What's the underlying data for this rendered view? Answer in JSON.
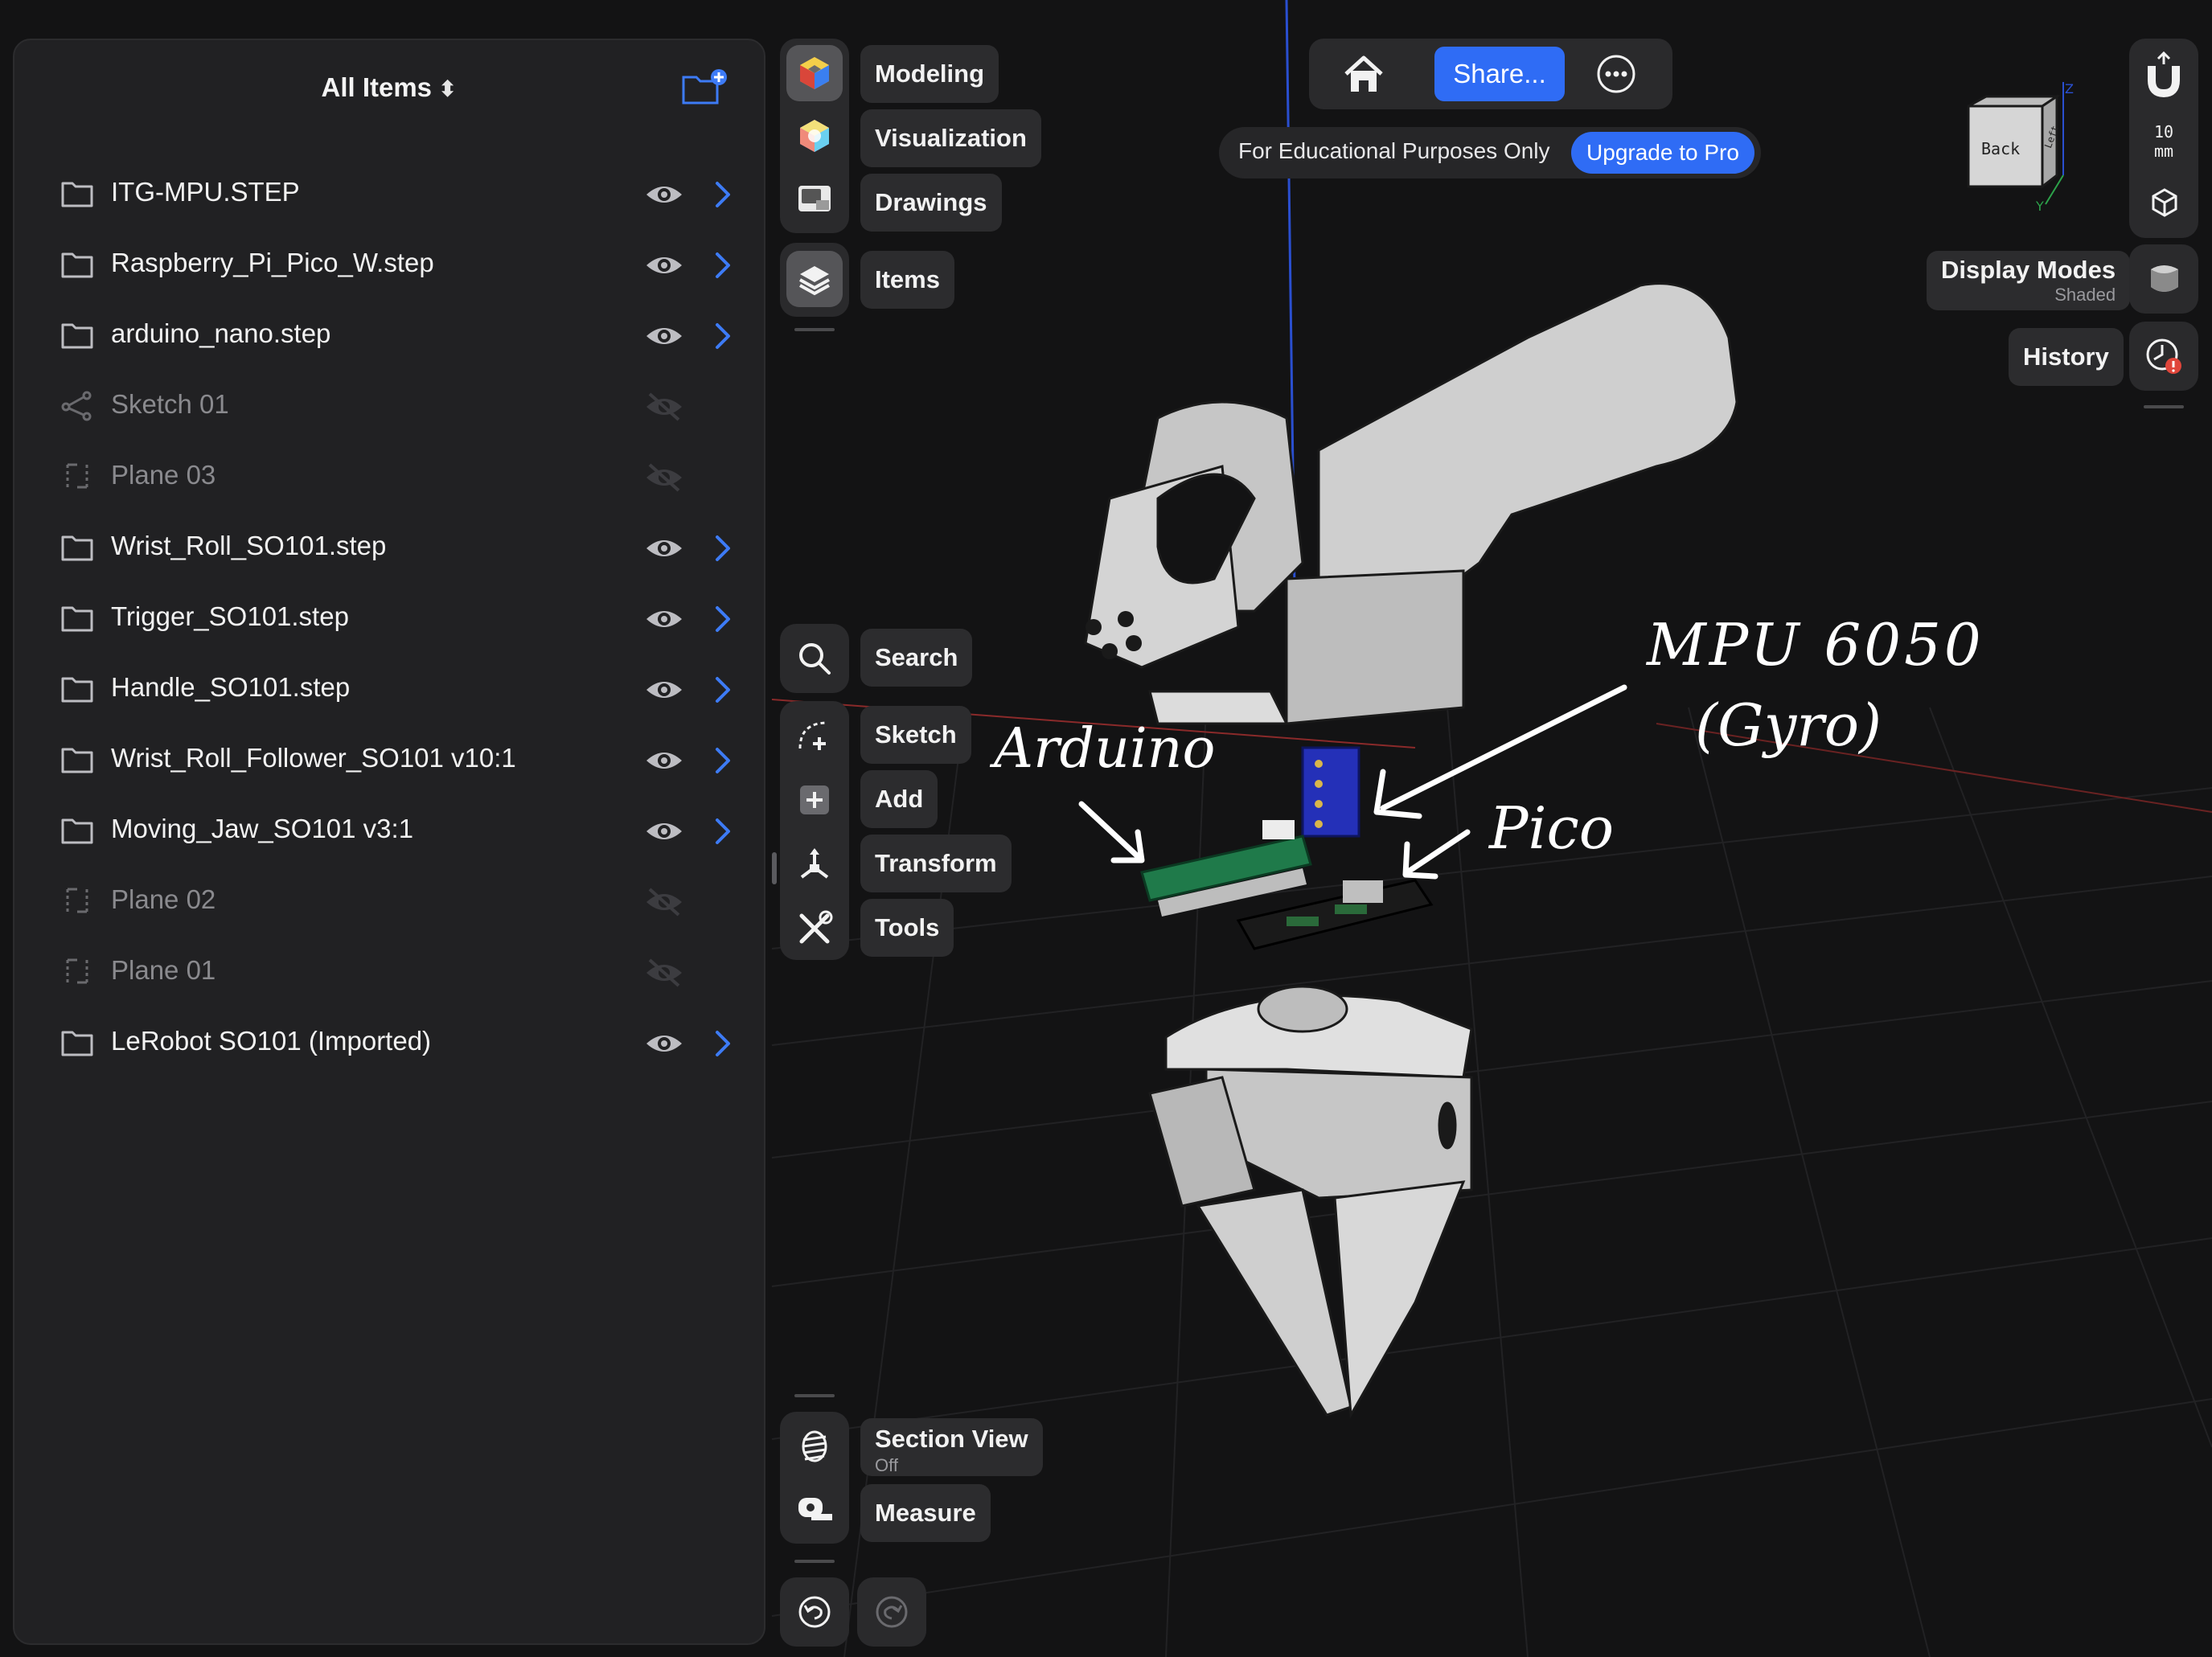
{
  "panel": {
    "title": "All Items",
    "title_chevron": "⌃⌄",
    "items": [
      {
        "label": "ITG-MPU.STEP",
        "type": "folder",
        "visible": true
      },
      {
        "label": "Raspberry_Pi_Pico_W.step",
        "type": "folder",
        "visible": true
      },
      {
        "label": "arduino_nano.step",
        "type": "folder",
        "visible": true
      },
      {
        "label": "Sketch 01",
        "type": "sketch",
        "visible": false
      },
      {
        "label": "Plane 03",
        "type": "plane",
        "visible": false
      },
      {
        "label": "Wrist_Roll_SO101.step",
        "type": "folder",
        "visible": true
      },
      {
        "label": "Trigger_SO101.step",
        "type": "folder",
        "visible": true
      },
      {
        "label": "Handle_SO101.step",
        "type": "folder",
        "visible": true
      },
      {
        "label": "Wrist_Roll_Follower_SO101 v10:1",
        "type": "folder",
        "visible": true
      },
      {
        "label": "Moving_Jaw_SO101 v3:1",
        "type": "folder",
        "visible": true
      },
      {
        "label": "Plane 02",
        "type": "plane",
        "visible": false
      },
      {
        "label": "Plane 01",
        "type": "plane",
        "visible": false
      },
      {
        "label": "LeRobot SO101 (Imported)",
        "type": "folder",
        "visible": true
      }
    ]
  },
  "workspaces": {
    "modeling": "Modeling",
    "visualization": "Visualization",
    "drawings": "Drawings",
    "items": "Items"
  },
  "tools": {
    "search": "Search",
    "sketch": "Sketch",
    "add": "Add",
    "transform": "Transform",
    "tools": "Tools",
    "section_view": "Section View",
    "section_view_state": "Off",
    "measure": "Measure"
  },
  "topbar": {
    "share": "Share...",
    "edu_text": "For Educational Purposes Only",
    "upgrade": "Upgrade to Pro"
  },
  "right": {
    "scale_value": "10",
    "scale_unit": "mm",
    "display_modes": "Display Modes",
    "display_mode_state": "Shaded",
    "history": "History",
    "viewcube_face": "Back",
    "viewcube_side": "Left",
    "axis_z": "Z",
    "axis_y": "Y"
  },
  "annotations": {
    "arduino": "Arduino",
    "mpu_line1": "MPU 6050",
    "mpu_line2": "(Gyro)",
    "pico": "Pico"
  },
  "colors": {
    "accent": "#2f6cf5",
    "panel_bg": "#212123",
    "viewport_bg": "#131314",
    "pcb_arduino": "#1f7a4a",
    "pcb_mpu": "#2430b8",
    "pcb_pico": "#1a1a1a",
    "part_gray": "#cfcfcf"
  }
}
